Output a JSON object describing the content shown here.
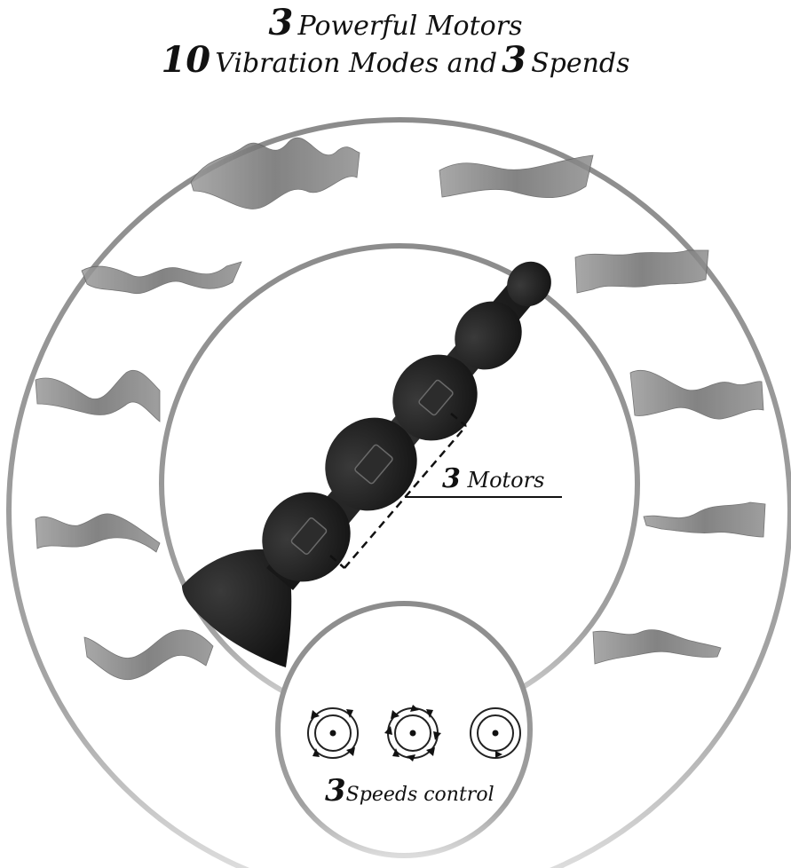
{
  "title": {
    "line1": {
      "number": "3",
      "text": "Powerful Motors"
    },
    "line2": {
      "number1": "10",
      "text1": "Vibration Modes and",
      "number2": "3",
      "text2": "Spends"
    }
  },
  "motors_label": {
    "number": "3",
    "text": "Motors"
  },
  "speeds_label": {
    "number": "3",
    "text": "Speeds control"
  },
  "colors": {
    "ring": "#8c8c8c",
    "product": "#1a1a1a",
    "wave": "#7a7a7a",
    "text": "#111111"
  },
  "icons": [
    "wave-pattern-icon",
    "motor-icon",
    "speed-icon"
  ]
}
